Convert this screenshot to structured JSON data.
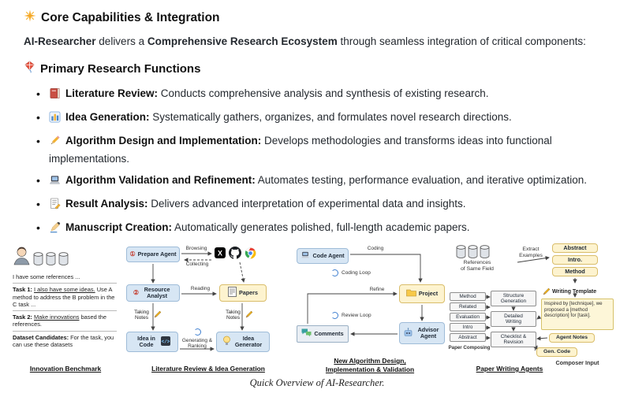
{
  "header": {
    "title": "Core Capabilities & Integration",
    "intro_bold1": "AI-Researcher",
    "intro_text1": " delivers a ",
    "intro_bold2": "Comprehensive Research Ecosystem",
    "intro_text2": " through seamless integration of critical components:",
    "subtitle": "Primary Research Functions"
  },
  "functions": [
    {
      "label": "Literature Review:",
      "desc": " Conducts comprehensive analysis and synthesis of existing research."
    },
    {
      "label": "Idea Generation:",
      "desc": " Systematically gathers, organizes, and formulates novel research directions."
    },
    {
      "label": "Algorithm Design and Implementation:",
      "desc": " Develops methodologies and transforms ideas into functional implementations."
    },
    {
      "label": "Algorithm Validation and Refinement:",
      "desc": " Automates testing, performance evaluation, and iterative optimization."
    },
    {
      "label": "Result Analysis:",
      "desc": " Delivers advanced interpretation of experimental data and insights."
    },
    {
      "label": "Manuscript Creation:",
      "desc": " Automatically generates polished, full-length academic papers."
    }
  ],
  "figure": {
    "innovation": {
      "intro": "I have some references ...",
      "task1_label": "Task 1:",
      "task1_u": "I also have some ideas.",
      "task1_rest": "Use A method to address the B problem in the C task ...",
      "task2_label": "Task 2:",
      "task2_u": "Make innovations",
      "task2_rest": "based the references.",
      "dataset_label": "Dataset Candidates:",
      "dataset_rest": "For the task, you can use these datasets",
      "caption": "Innovation Benchmark"
    },
    "litreview": {
      "prepare_num": "①",
      "prepare_label": "Prepare Agent",
      "browsing": "Browsing",
      "collecting": "Collecting",
      "resource_num": "②",
      "resource_label": "Resource Analyst",
      "reading": "Reading",
      "papers_label": "Papers",
      "taking_notes_left": "Taking Notes",
      "taking_notes_right": "Taking Notes",
      "idea_in_code": "Idea in Code",
      "generating_ranking": "Generating & Ranking",
      "idea_generator": "Idea Generator",
      "caption": "Literature Review & Idea Generation"
    },
    "algorithm": {
      "code_agent": "Code Agent",
      "coding": "Coding",
      "coding_loop": "Coding Loop",
      "refine": "Refine",
      "project": "Project",
      "review_loop": "Review Loop",
      "comments": "Comments",
      "advisor_agent": "Advisor Agent",
      "caption_line1": "New Algorithm Design,",
      "caption_line2": "Implementation & Validation"
    },
    "writing": {
      "references_line1": "References",
      "references_line2": "of Same Field",
      "extract_line1": "Extract",
      "extract_line2": "Examples",
      "template_boxes": [
        "Abstract",
        "Intro.",
        "Method"
      ],
      "writing_template": "Writing Template",
      "note": "Inspired by [technique], we proposed a [method description] for [task].",
      "compose_items": [
        "Method",
        "Related",
        "Evaluation",
        "Intro",
        "Abstract"
      ],
      "paper_composing": "Paper Composing",
      "structure_generation": "Structure Generation",
      "detailed_writing": "Detailed Writing",
      "checklist_revision": "Checklist & Revision",
      "agent_notes": "Agent Notes",
      "gen_code": "Gen. Code",
      "composer_input": "Composer Input",
      "caption": "Paper Writing Agents"
    },
    "caption": "Quick Overview of AI-Researcher."
  }
}
